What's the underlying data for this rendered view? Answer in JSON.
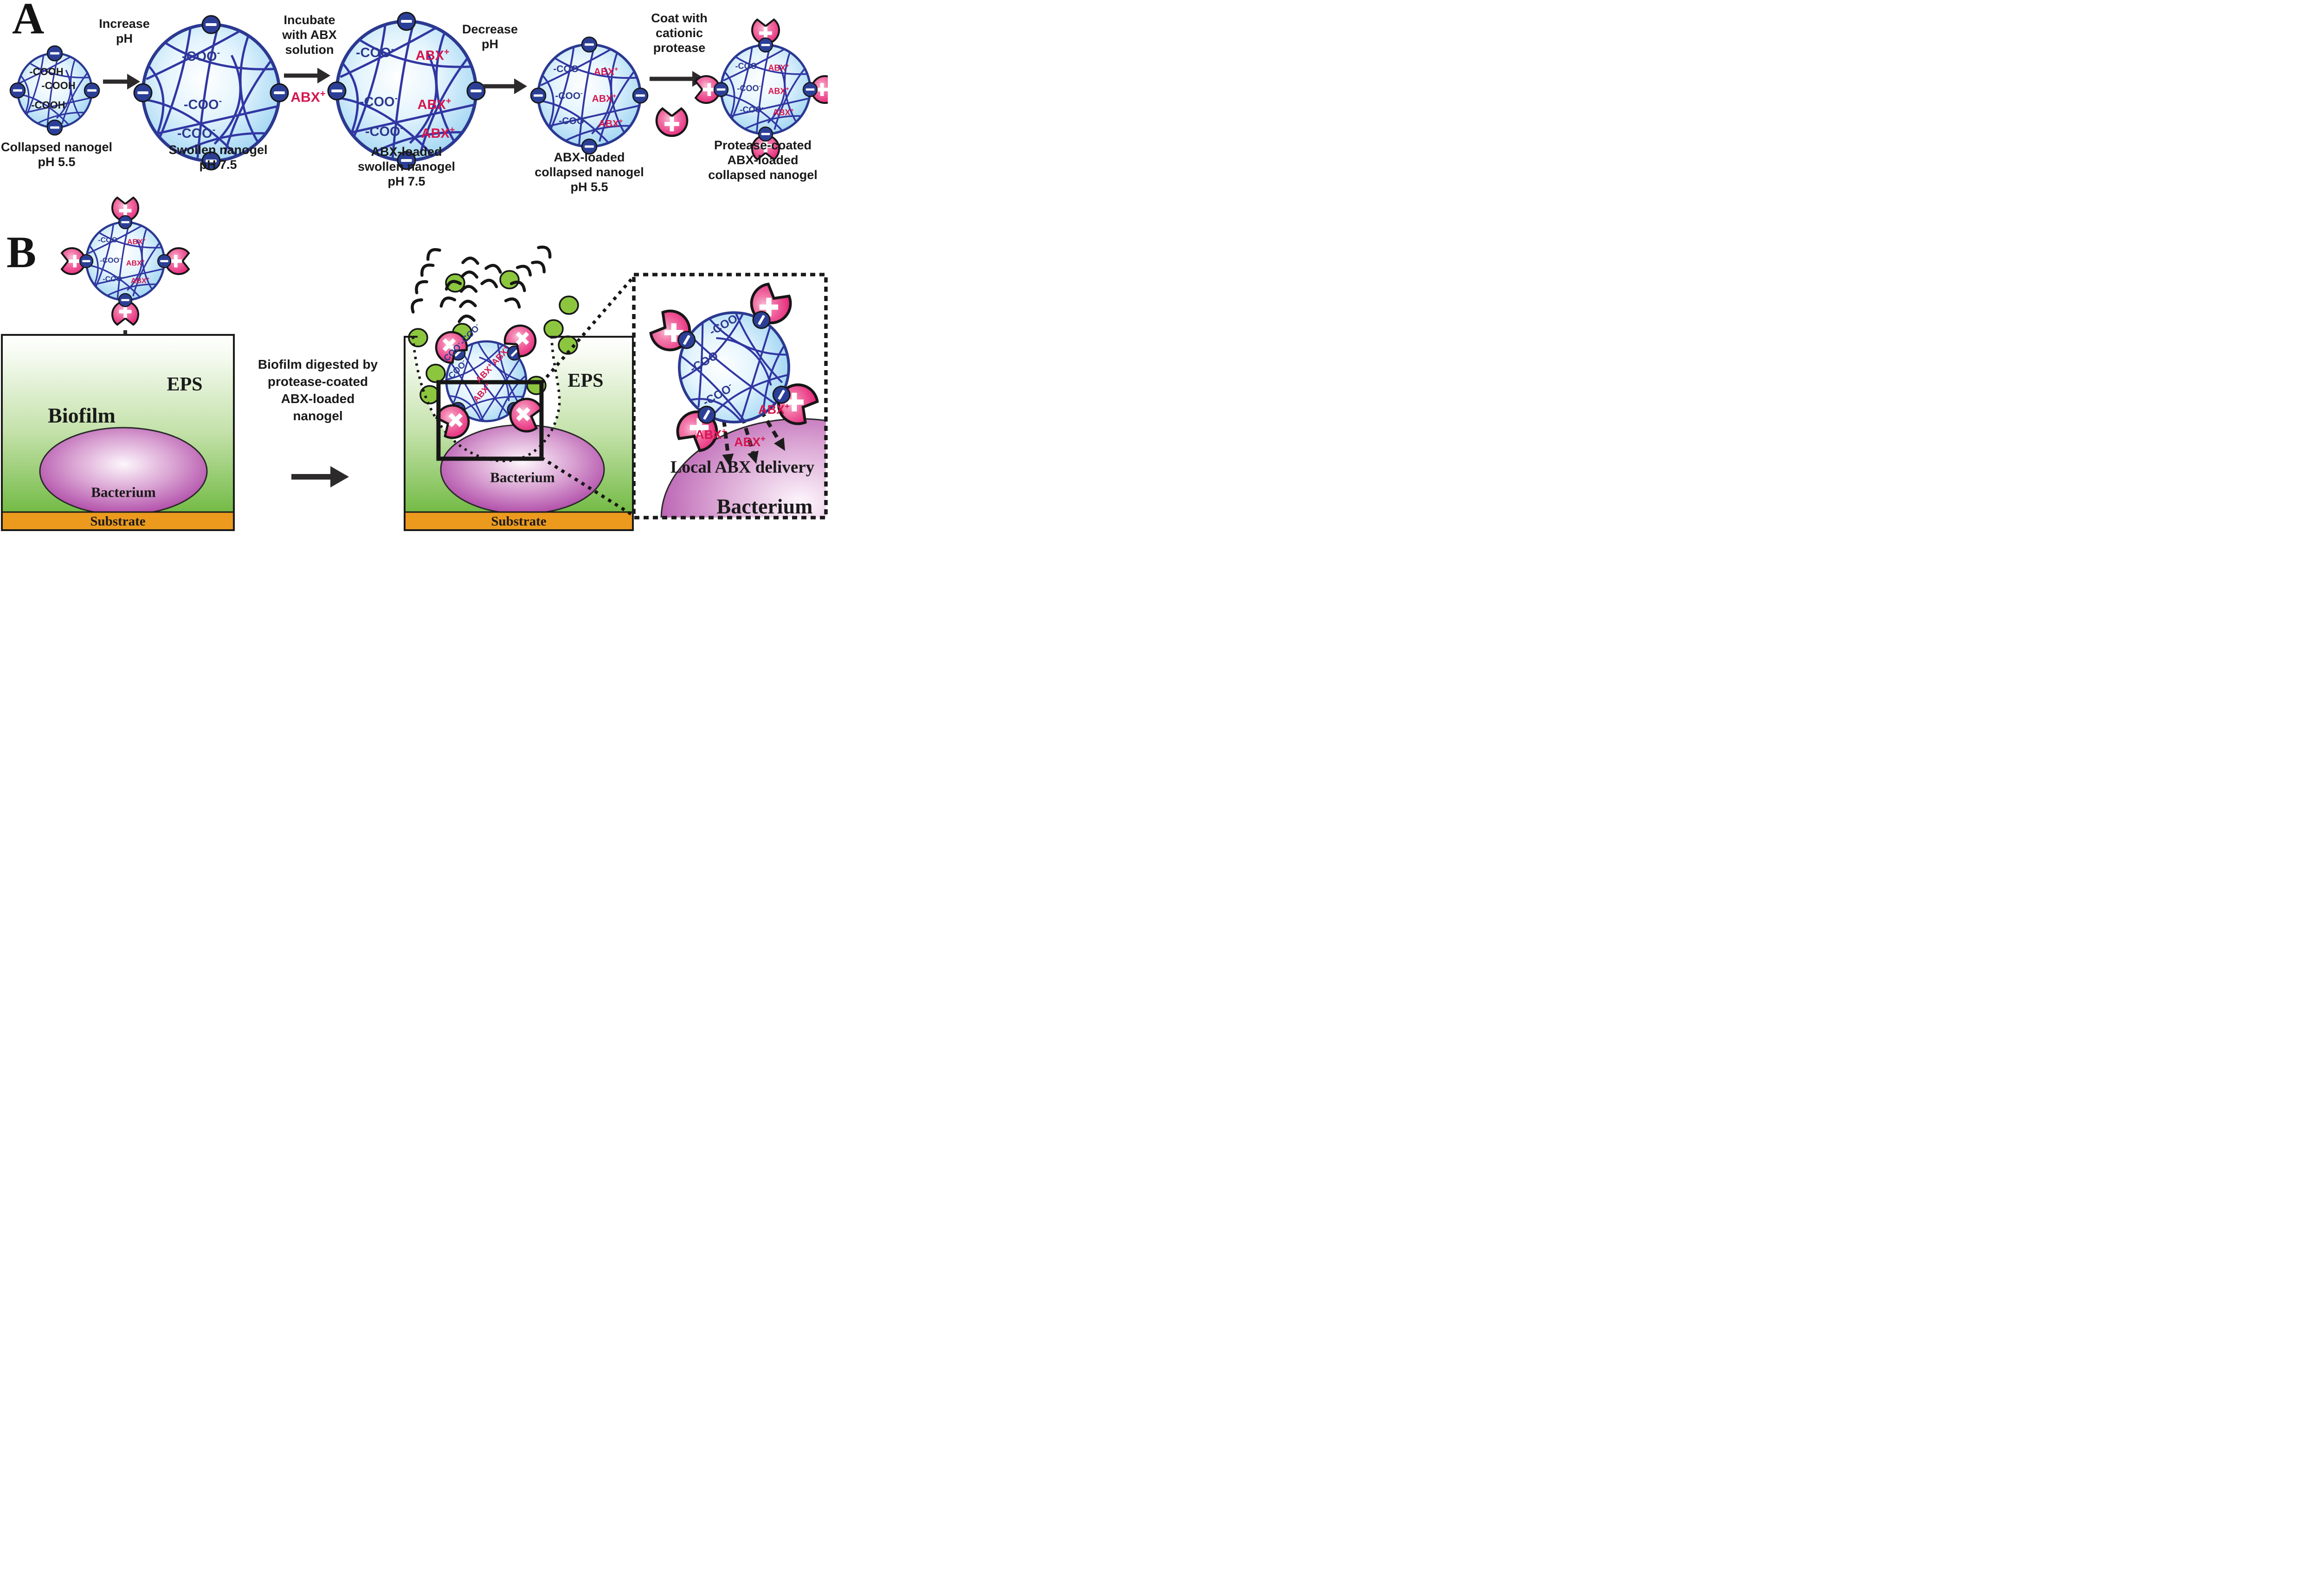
{
  "figure": {
    "panel_a_tag": "A",
    "panel_b_tag": "B"
  },
  "colors": {
    "navy": "#2B3990",
    "mesh_blue": "#3136A3",
    "nanogel_edge": "#8ECDF0",
    "abx_red": "#D5164F",
    "protease_pink": "#E61D74",
    "protease_pink_light": "#F8B8D2",
    "eps_fragment_green": "#8CC63E",
    "biofilm_green": "#74BB46",
    "substrate_orange": "#EC9A1E",
    "bacterium_purple": "#A3309B",
    "ink": "#1a1a1a"
  },
  "nanogel_labels": {
    "cooh": "-COOH",
    "coo_base": "-COO",
    "coo_sup": "-",
    "abx_base": "ABX",
    "abx_sup": "+"
  },
  "panel_a": {
    "steps": [
      {
        "caption": [
          "Collapsed nanogel",
          "pH 5.5"
        ]
      },
      {
        "caption": [
          "Swollen nanogel",
          "pH 7.5"
        ]
      },
      {
        "caption": [
          "ABX-loaded",
          "swollen nanogel",
          "pH 7.5"
        ]
      },
      {
        "caption": [
          "ABX-loaded",
          "collapsed nanogel",
          "pH 5.5"
        ]
      },
      {
        "caption": [
          "Protease-coated",
          "ABX-loaded",
          "collapsed nanogel"
        ]
      }
    ],
    "transitions": [
      {
        "lines": [
          "Increase",
          "pH"
        ]
      },
      {
        "lines": [
          "Incubate",
          "with ABX",
          "solution"
        ]
      },
      {
        "lines": [
          "Decrease",
          "pH"
        ]
      },
      {
        "lines": [
          "Coat with",
          "cationic",
          "protease"
        ]
      }
    ],
    "abx_solution_base": "ABX",
    "abx_solution_sup": "+"
  },
  "panel_b": {
    "digest_lines": [
      "Biofilm digested by",
      "protease-coated",
      "ABX-loaded",
      "nanogel"
    ],
    "left_box": {
      "eps": "EPS",
      "biofilm": "Biofilm",
      "bacterium": "Bacterium",
      "substrate": "Substrate"
    },
    "mid_box": {
      "eps": "EPS",
      "bacterium": "Bacterium",
      "substrate": "Substrate"
    },
    "inset": {
      "local_delivery": "Local ABX delivery",
      "bacterium": "Bacterium"
    }
  }
}
